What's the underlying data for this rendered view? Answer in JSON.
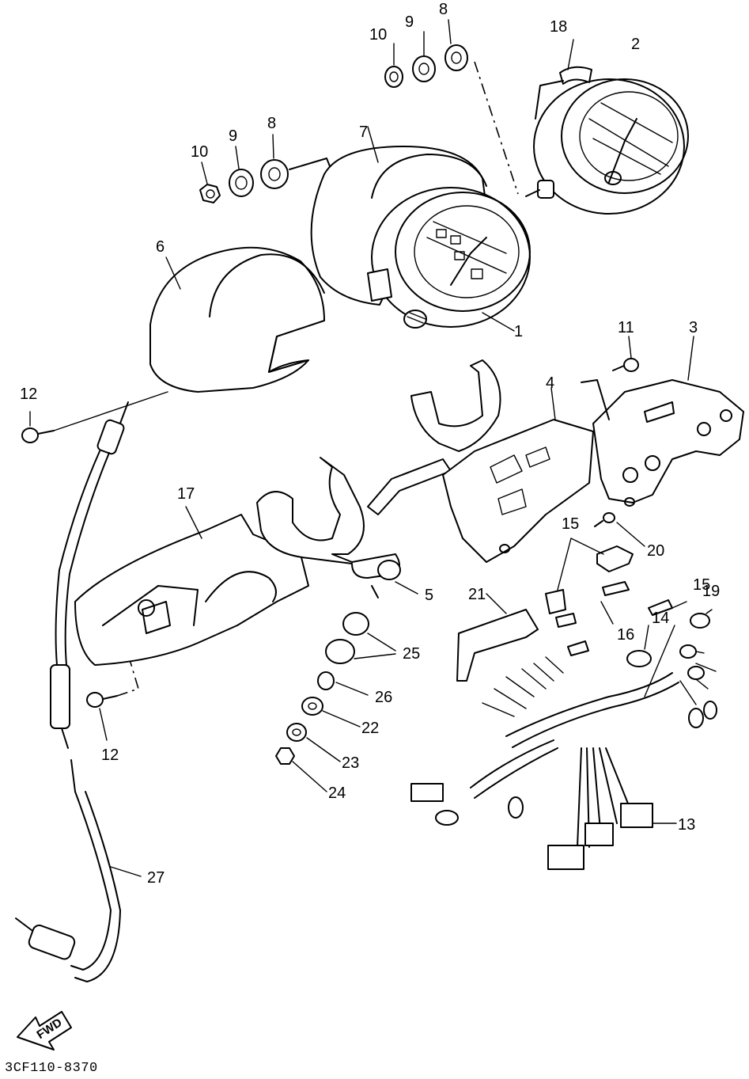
{
  "diagram_code": "3CF110-8370",
  "fwd_label": "FWD",
  "callouts": {
    "c1": "1",
    "c2": "2",
    "c3": "3",
    "c4": "4",
    "c5": "5",
    "c6": "6",
    "c7": "7",
    "c8a": "8",
    "c8b": "8",
    "c9a": "9",
    "c9b": "9",
    "c10a": "10",
    "c10b": "10",
    "c11": "11",
    "c12a": "12",
    "c12b": "12",
    "c13": "13",
    "c14": "14",
    "c15a": "15",
    "c15b": "15",
    "c16": "16",
    "c17": "17",
    "c18": "18",
    "c19": "19",
    "c20": "20",
    "c21": "21",
    "c22": "22",
    "c23": "23",
    "c24": "24",
    "c25": "25",
    "c26": "26",
    "c27": "27"
  }
}
